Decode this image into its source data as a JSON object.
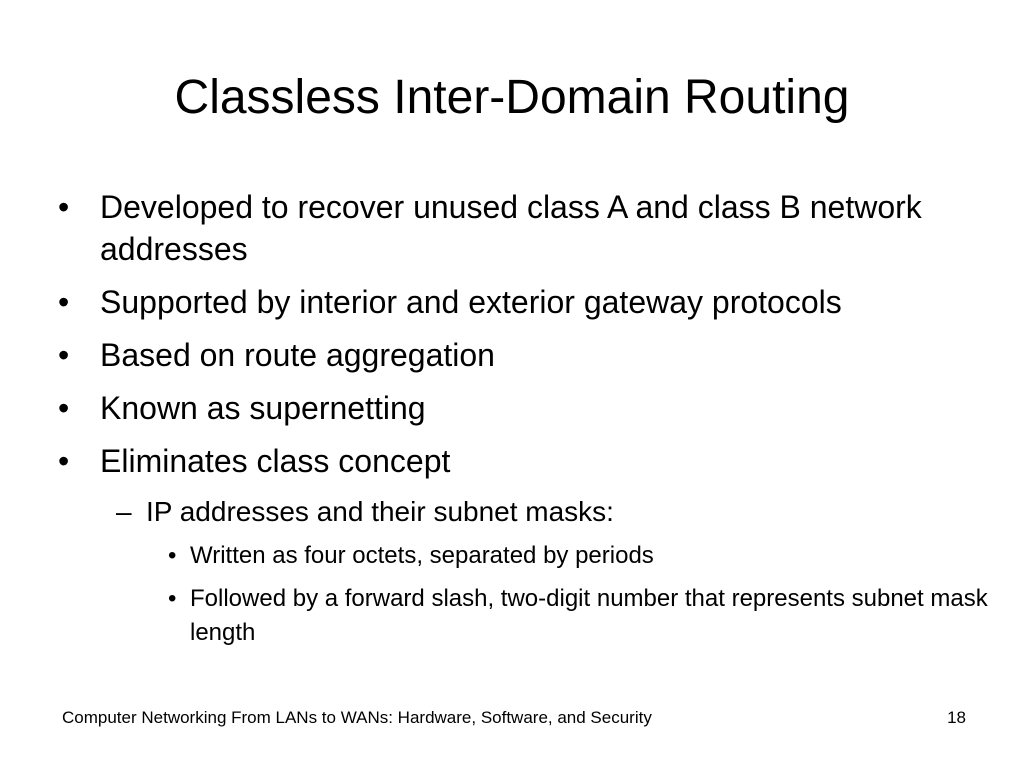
{
  "slide": {
    "title": "Classless Inter-Domain Routing",
    "bullets": [
      {
        "marker": "•",
        "text": "Developed to recover unused class A and class B network addresses"
      },
      {
        "marker": "•",
        "text": "Supported by interior and exterior gateway protocols"
      },
      {
        "marker": "•",
        "text": "Based on route aggregation"
      },
      {
        "marker": "•",
        "text": "Known as supernetting"
      },
      {
        "marker": "•",
        "text": "Eliminates class concept"
      }
    ],
    "sub_bullets": [
      {
        "marker": "–",
        "text": "IP addresses and their subnet masks:"
      }
    ],
    "sub_sub_bullets": [
      {
        "marker": "•",
        "text": "Written as four octets, separated by periods"
      },
      {
        "marker": "•",
        "text": "Followed by a forward slash, two-digit number that represents subnet mask length"
      }
    ]
  },
  "footer": {
    "text": "Computer Networking From LANs to WANs: Hardware, Software, and Security",
    "page_number": "18"
  }
}
